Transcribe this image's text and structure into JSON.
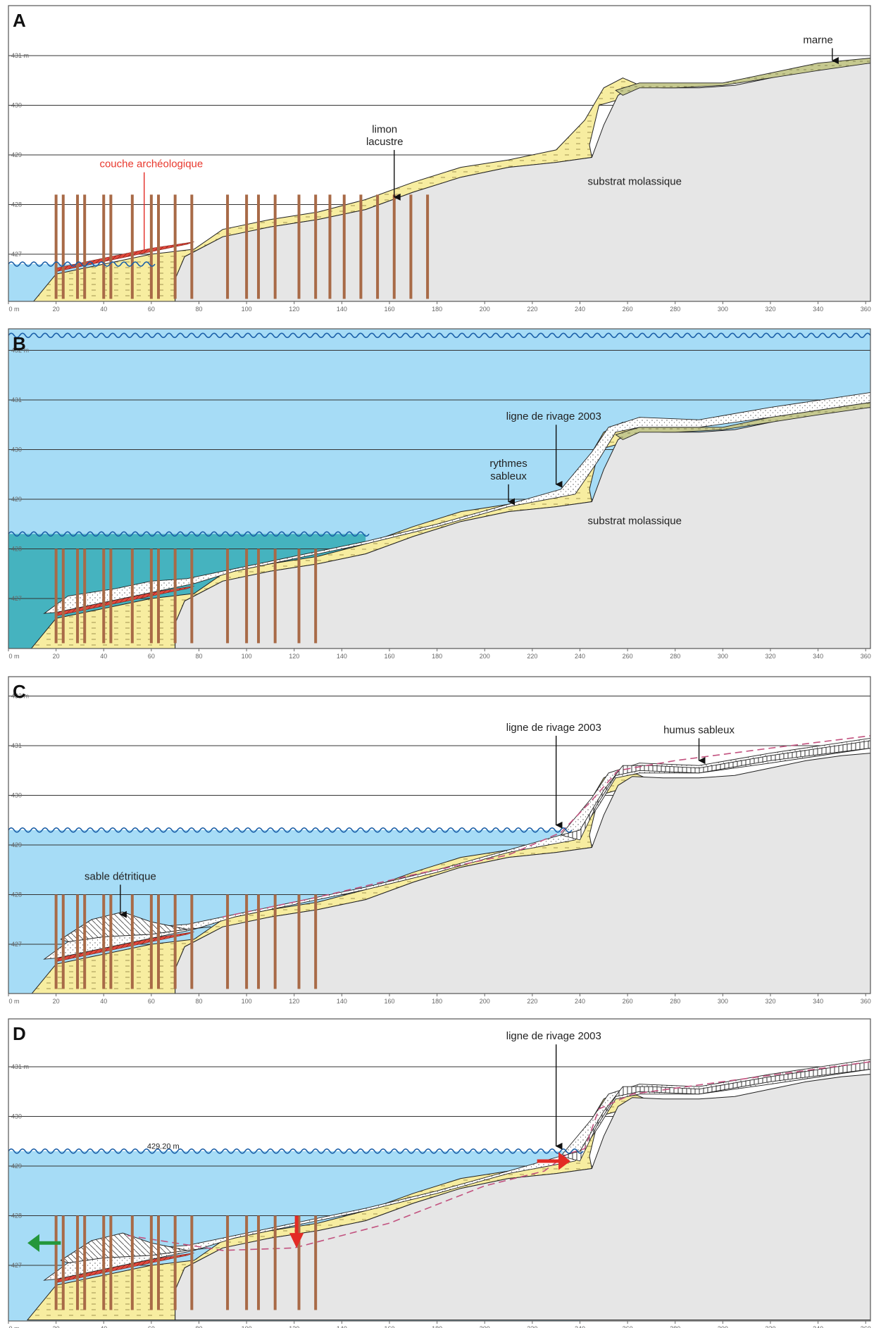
{
  "colors": {
    "water": "#a6dcf6",
    "water_dark": "#45b3bf",
    "lacustrine_silt": "#f7eda0",
    "substrate": "#e6e6e6",
    "marl": "#c6c98f",
    "archaeological_layer": "#e0483c",
    "post": "#a86a47",
    "dashed_profile": "#c2527f",
    "arrow_red": "#e32b25",
    "arrow_green": "#24973b"
  },
  "axes": {
    "x_ticks": [
      "0 m",
      "20",
      "40",
      "60",
      "80",
      "100",
      "120",
      "140",
      "160",
      "180",
      "200",
      "220",
      "240",
      "260",
      "280",
      "300",
      "320",
      "340",
      "360"
    ]
  },
  "panels": [
    {
      "letter": "A",
      "y_ticks": [
        {
          "value": 431,
          "label": "431 m"
        },
        {
          "value": 430,
          "label": "430"
        },
        {
          "value": 429,
          "label": "429"
        },
        {
          "value": 428,
          "label": "428"
        },
        {
          "value": 427,
          "label": "427"
        }
      ],
      "labels": {
        "couche": "couche archéologique",
        "limon_1": "limon",
        "limon_2": "lacustre",
        "substrat": "substrat molassique",
        "marne": "marne"
      }
    },
    {
      "letter": "B",
      "y_ticks": [
        {
          "value": 432,
          "label": "432 m"
        },
        {
          "value": 431,
          "label": "431"
        },
        {
          "value": 430,
          "label": "430"
        },
        {
          "value": 429,
          "label": "429"
        },
        {
          "value": 428,
          "label": "428"
        },
        {
          "value": 427,
          "label": "427"
        }
      ],
      "labels": {
        "rivage": "ligne de rivage 2003",
        "rythmes_1": "rythmes",
        "rythmes_2": "sableux",
        "substrat": "substrat molassique"
      }
    },
    {
      "letter": "C",
      "y_ticks": [
        {
          "value": 432,
          "label": "432 m"
        },
        {
          "value": 431,
          "label": "431"
        },
        {
          "value": 430,
          "label": "430"
        },
        {
          "value": 429,
          "label": "429"
        },
        {
          "value": 428,
          "label": "428"
        },
        {
          "value": 427,
          "label": "427"
        }
      ],
      "labels": {
        "rivage": "ligne de rivage 2003",
        "humus": "humus sableux",
        "sable": "sable détritique"
      }
    },
    {
      "letter": "D",
      "y_ticks": [
        {
          "value": 431,
          "label": "431 m"
        },
        {
          "value": 430,
          "label": "430"
        },
        {
          "value": 429,
          "label": "429"
        },
        {
          "value": 428,
          "label": "428"
        },
        {
          "value": 427,
          "label": "427"
        }
      ],
      "labels": {
        "rivage": "ligne de rivage 2003",
        "level": "429.20 m"
      }
    }
  ]
}
